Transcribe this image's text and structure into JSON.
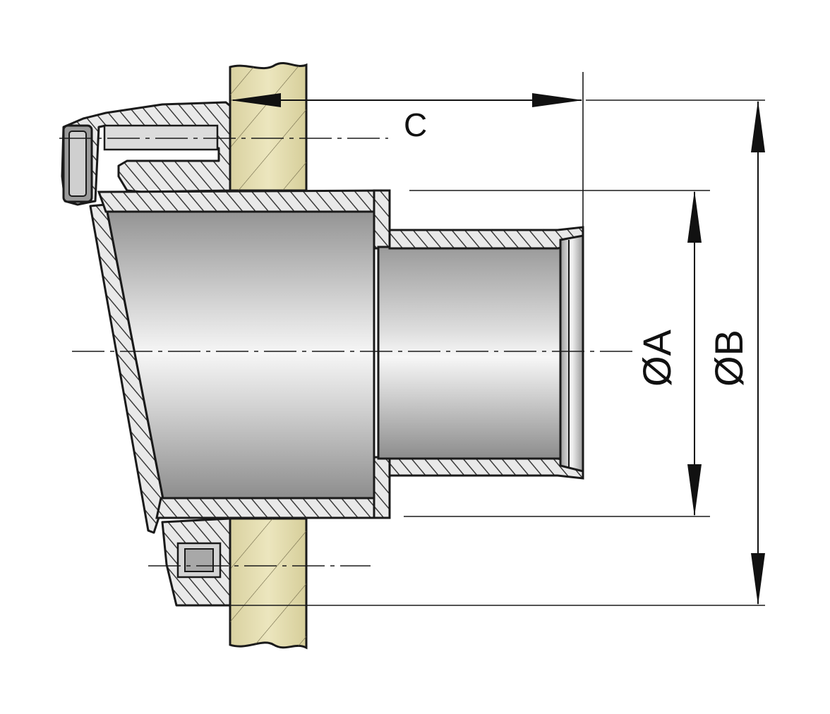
{
  "diagram": {
    "labels": {
      "c": "C",
      "a": "ØA",
      "b": "ØB"
    },
    "colors": {
      "outline": "#1a1a1a",
      "wood": "#e6dfb0",
      "metal_light": "#f1f1f1",
      "metal_dark": "#8d8d8d",
      "hatch": "#2a2a2a"
    }
  }
}
